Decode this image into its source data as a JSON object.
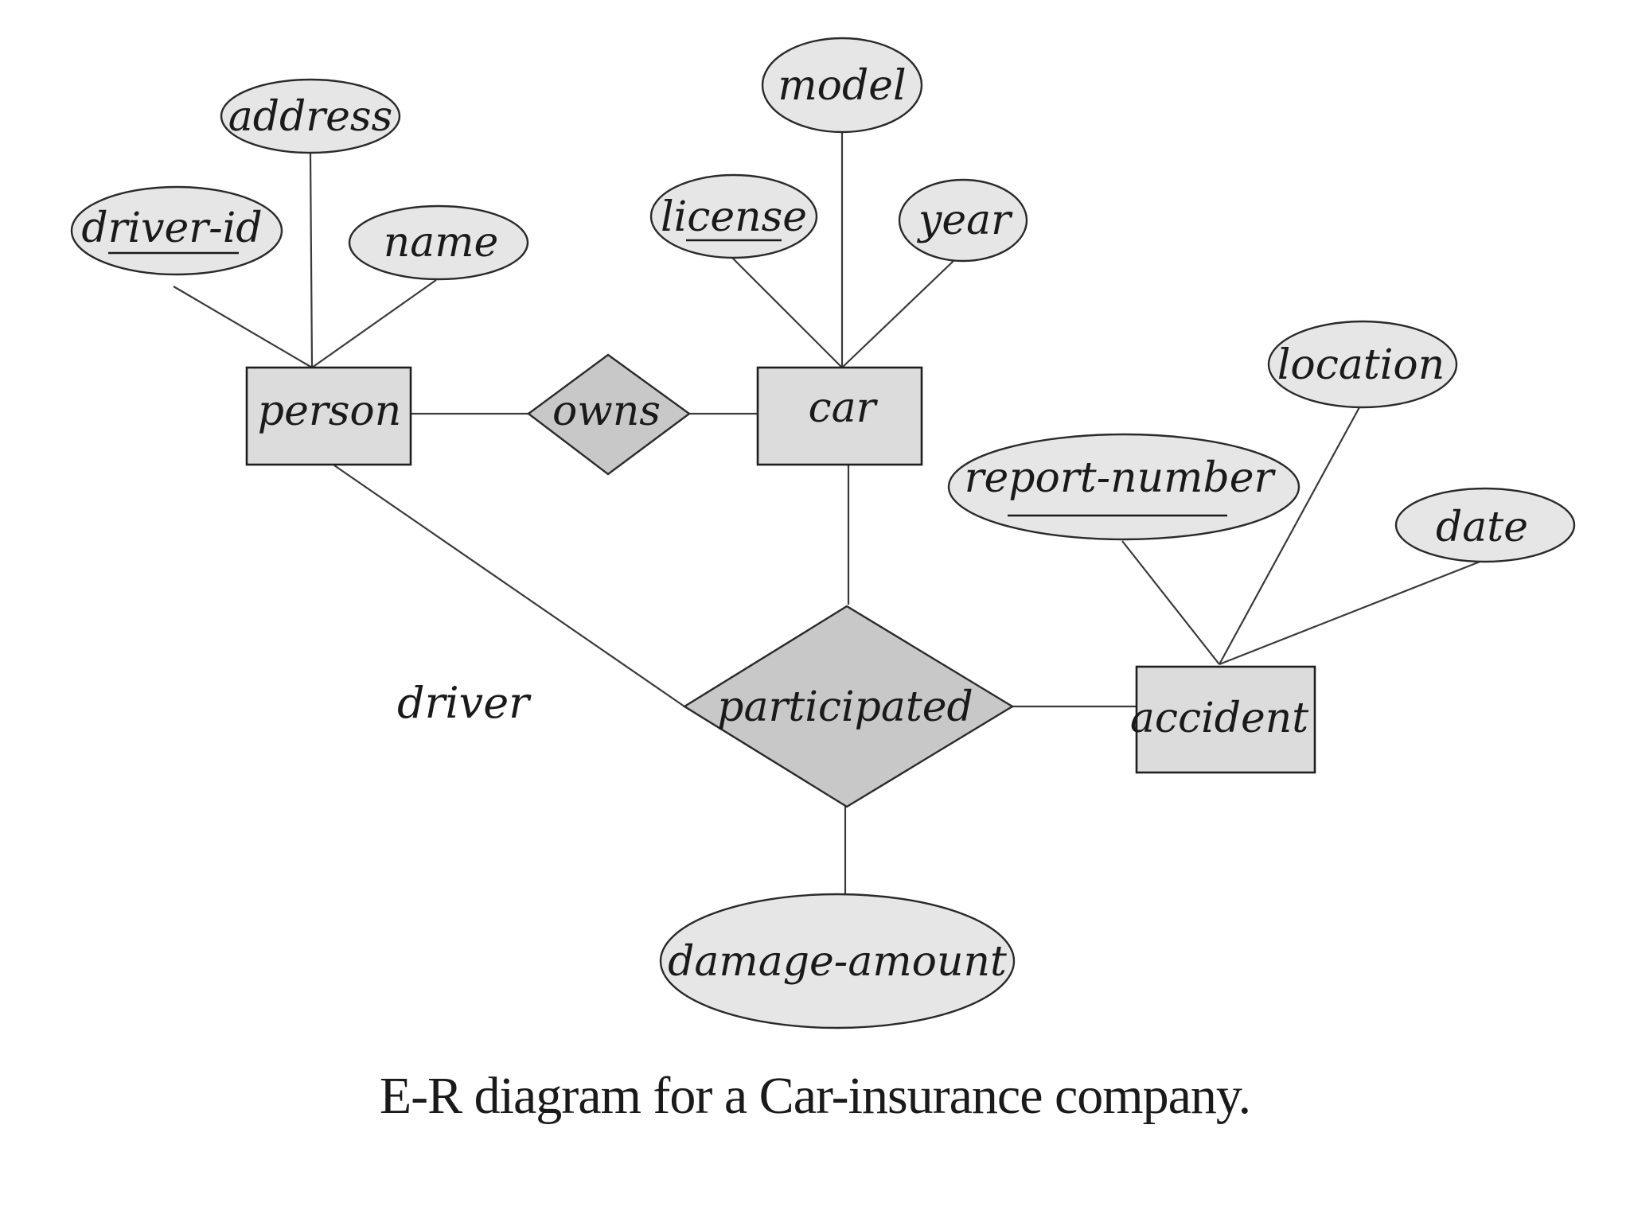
{
  "diagram": {
    "caption": "E-R diagram for a Car-insurance company.",
    "entities": [
      {
        "id": "person",
        "label": "person"
      },
      {
        "id": "car",
        "label": "car"
      },
      {
        "id": "accident",
        "label": "accident"
      }
    ],
    "relationships": [
      {
        "id": "owns",
        "label": "owns",
        "connects": [
          "person",
          "car"
        ]
      },
      {
        "id": "participated",
        "label": "participated",
        "connects": [
          "person",
          "car",
          "accident"
        ],
        "role": "driver"
      }
    ],
    "attributes": [
      {
        "id": "address",
        "label": "address",
        "owner": "person",
        "key": false
      },
      {
        "id": "driver-id",
        "label": "driver-id",
        "owner": "person",
        "key": true
      },
      {
        "id": "name",
        "label": "name",
        "owner": "person",
        "key": false
      },
      {
        "id": "model",
        "label": "model",
        "owner": "car",
        "key": false
      },
      {
        "id": "license",
        "label": "license",
        "owner": "car",
        "key": true
      },
      {
        "id": "year",
        "label": "year",
        "owner": "car",
        "key": false
      },
      {
        "id": "location",
        "label": "location",
        "owner": "accident",
        "key": false
      },
      {
        "id": "report-number",
        "label": "report-number",
        "owner": "accident",
        "key": true
      },
      {
        "id": "date",
        "label": "date",
        "owner": "accident",
        "key": false
      },
      {
        "id": "damage-amount",
        "label": "damage-amount",
        "owner": "participated",
        "key": false
      }
    ],
    "role_label": "driver"
  }
}
